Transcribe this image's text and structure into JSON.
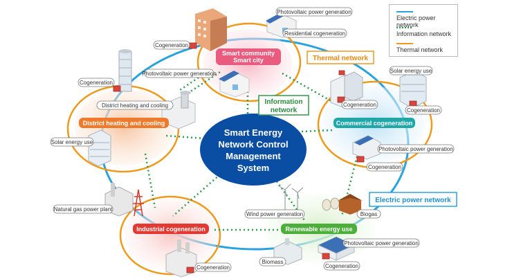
{
  "center": {
    "lines": [
      "Smart Energy",
      "Network Control",
      "Management",
      "System"
    ]
  },
  "callouts": {
    "thermal": "Thermal network",
    "information": [
      "Information",
      "network"
    ],
    "electric": "Electric power network"
  },
  "hubs": {
    "smart_community": [
      "Smart community",
      "Smart city"
    ],
    "district": "District heating and cooling",
    "commercial": "Commercial cogeneration",
    "industrial": "Industrial cogeneration",
    "renewable": "Renewable energy use"
  },
  "tags": {
    "pv_top": "Photovoltaic power generation",
    "residential_cogen": "Residential cogeneration",
    "cogen_top_left": "Cogeneration",
    "pv_mid": "Photovoltaic power generation",
    "cogen_left": "Cogeneration",
    "district_bldg": "District heating and cooling",
    "solar_left": "Solar energy use",
    "solar_right": "Solar energy use",
    "cogen_comm_top": "Cogeneration",
    "cogen_comm_right": "Cogeneration",
    "pv_right": "Photovoltaic power generation",
    "cogen_right_mid": "Cogeneration",
    "natural_gas": "Natural gas power plant",
    "wind": "Wind power generation",
    "biogas": "Biogas",
    "cogen_ind": "Cogeneration",
    "biomass": "Biomass",
    "pv_bottom": "Photovoltaic power generation",
    "cogen_bottom": "Cogeneration"
  },
  "legend": {
    "items": [
      {
        "label": "Electric power network",
        "color": "#29a3e0",
        "style": "solid"
      },
      {
        "label": "Information network",
        "color": "#2e9a4a",
        "style": "dotted"
      },
      {
        "label": "Thermal network",
        "color": "#ef9a1c",
        "style": "solid"
      }
    ]
  },
  "colors": {
    "electric": "#29a3e0",
    "information": "#2e9a4a",
    "thermal": "#ef9a1c",
    "center_fill": "#0a4ea3",
    "pink_hub": "#e95c7f",
    "orange_hub": "#f07a2c",
    "teal_hub": "#1fa7a9",
    "red_hub": "#e23a32",
    "green_hub": "#4caf3a"
  }
}
